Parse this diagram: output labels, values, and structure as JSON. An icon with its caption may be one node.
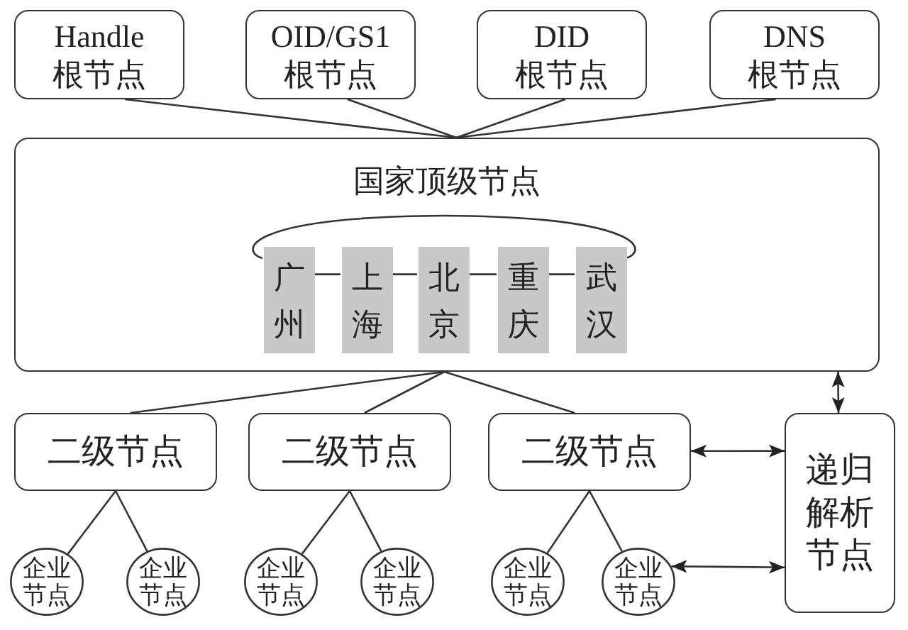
{
  "diagram": {
    "nodes": [
      {
        "text": [
          "Handle 根节点"
        ]
      },
      {
        "text": [
          "OID/GS1 根节点"
        ]
      },
      {
        "text": [
          "DID 根节点"
        ]
      },
      {
        "text": [
          "DNS 根节点"
        ]
      },
      {
        "text": [
          "国家顶级节点"
        ]
      },
      {
        "text": [
          "广州"
        ],
        "in": 4
      },
      {
        "text": [
          "上海"
        ],
        "in": 4
      },
      {
        "text": [
          "北京"
        ],
        "in": 4
      },
      {
        "text": [
          "重庆"
        ],
        "in": 4
      },
      {
        "text": [
          "武汉"
        ],
        "in": 4
      },
      {
        "text": [
          "二级节点"
        ]
      },
      {
        "text": [
          "二级节点"
        ]
      },
      {
        "text": [
          "二级节点"
        ]
      },
      {
        "text": [
          "递归解析节点"
        ]
      },
      {
        "text": [
          "企业节点"
        ]
      },
      {
        "text": [
          "企业节点"
        ]
      },
      {
        "text": [
          "企业节点"
        ]
      },
      {
        "text": [
          "企业节点"
        ]
      },
      {
        "text": [
          "企业节点"
        ]
      },
      {
        "text": [
          "企业节点"
        ]
      }
    ],
    "edges": [
      {
        "from": 0,
        "to": 4,
        "arrow": "none"
      },
      {
        "from": 1,
        "to": 4,
        "arrow": "none"
      },
      {
        "from": 2,
        "to": 4,
        "arrow": "none"
      },
      {
        "from": 3,
        "to": 4,
        "arrow": "none"
      },
      {
        "from": 4,
        "to": 10,
        "arrow": "none"
      },
      {
        "from": 4,
        "to": 11,
        "arrow": "none"
      },
      {
        "from": 4,
        "to": 12,
        "arrow": "none"
      },
      {
        "from": 4,
        "to": 13,
        "arrow": "both"
      },
      {
        "from": 12,
        "to": 13,
        "arrow": "both"
      },
      {
        "from": 10,
        "to": 14,
        "arrow": "none"
      },
      {
        "from": 10,
        "to": 15,
        "arrow": "none"
      },
      {
        "from": 11,
        "to": 16,
        "arrow": "none"
      },
      {
        "from": 11,
        "to": 17,
        "arrow": "none"
      },
      {
        "from": 12,
        "to": 18,
        "arrow": "none"
      },
      {
        "from": 12,
        "to": 19,
        "arrow": "none"
      },
      {
        "from": 19,
        "to": 13,
        "arrow": "both"
      },
      {
        "from": 5,
        "to": 6,
        "arrow": "none"
      },
      {
        "from": 6,
        "to": 7,
        "arrow": "none"
      },
      {
        "from": 7,
        "to": 8,
        "arrow": "none"
      },
      {
        "from": 8,
        "to": 9,
        "arrow": "none"
      },
      {
        "from": 5,
        "to": 9,
        "arrow": "none"
      }
    ]
  }
}
